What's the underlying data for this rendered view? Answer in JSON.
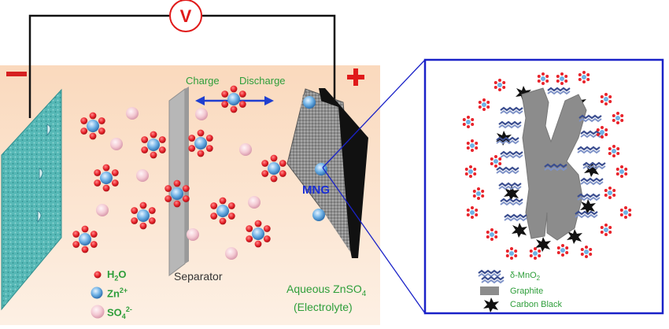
{
  "voltmeter": {
    "symbol": "V"
  },
  "polarity": {
    "negative": "–",
    "positive": "+"
  },
  "labels": {
    "charge": "Charge",
    "discharge": "Discharge",
    "mng": "MNG",
    "separator": "Separator",
    "electrolyte_line1": "Aqueous ZnSO",
    "electrolyte_sub": "4",
    "electrolyte_line2": "(Electrolyte)"
  },
  "legend_left": [
    {
      "key": "h2o",
      "base": "H",
      "sub": "2",
      "tail": "O",
      "sup": ""
    },
    {
      "key": "zn",
      "base": "Zn",
      "sub": "",
      "tail": "",
      "sup": "2+"
    },
    {
      "key": "so4",
      "base": "SO",
      "sub": "4",
      "tail": "",
      "sup": "2-"
    }
  ],
  "legend_right": [
    {
      "key": "mno2",
      "text": "δ-MnO",
      "sub": "2"
    },
    {
      "key": "graphite",
      "text": "Graphite"
    },
    {
      "key": "carbon_black",
      "text": "Carbon Black"
    }
  ],
  "colors": {
    "electrolyte_bg": "#fce4cf",
    "label_green": "#2e9e3a",
    "label_blue": "#1a2ed6",
    "arrow_blue": "#1f3fd0",
    "minus_red": "#d62020",
    "plus_red": "#e01a1a",
    "h2o_red": "#e8232b",
    "zn_blue": "#5fa8e0",
    "so4_pink": "#f2c6d0",
    "anode_teal": "#4fb3b3",
    "cathode_gray": "#8a8a8a",
    "separator_gray": "#b5b5b5",
    "graphite_gray": "#8c8c8c",
    "frame_blue": "#1a22c8"
  },
  "icons": {
    "voltmeter": "voltmeter-icon",
    "water": "water-molecule-icon",
    "zinc_ion": "zinc-ion-icon",
    "sulfate": "sulfate-ion-icon",
    "mno2": "mno2-layer-icon",
    "graphite": "graphite-flake-icon",
    "carbon_black": "carbon-black-icon"
  }
}
